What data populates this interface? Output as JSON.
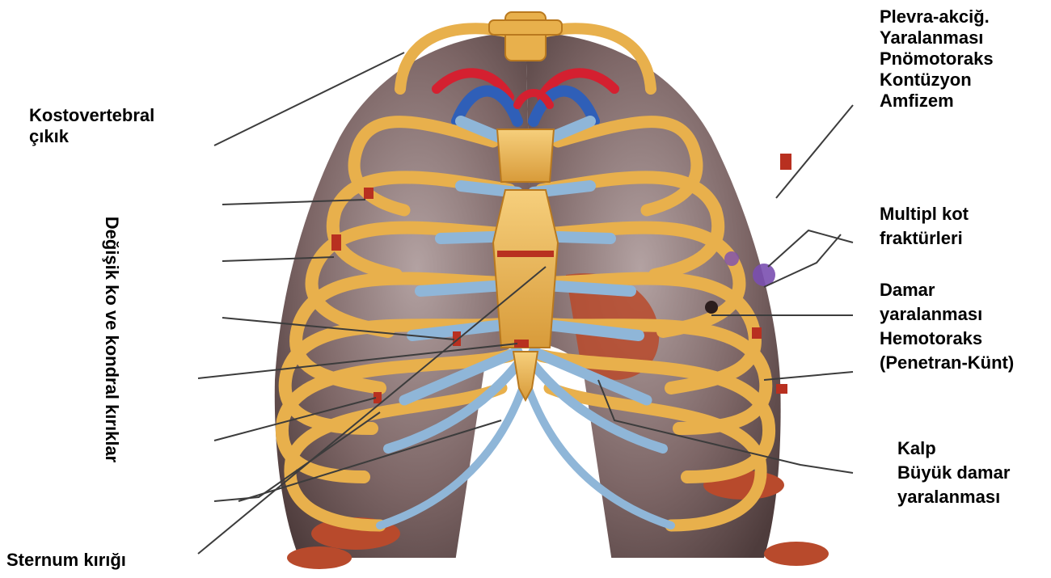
{
  "labels": {
    "costovertebral": [
      "Kostovertebral",
      "çıkık"
    ],
    "rib_fractures_vertical": "Değişik ko ve kondral kırıklar",
    "sternum": "Sternum kırığı",
    "pleura": [
      "Plevra-akciğ.",
      "Yaralanması",
      "Pnömotoraks",
      "Kontüzyon",
      "Amfizem"
    ],
    "multiple_rib": [
      "Multipl kot",
      "fraktürleri"
    ],
    "vascular": [
      "Damar",
      "yaralanması",
      "Hemotoraks",
      "(Penetran-Künt)"
    ],
    "heart": [
      "Kalp",
      "Büyük damar",
      "yaralanması"
    ]
  },
  "colors": {
    "bone": "#e8b04c",
    "bone_dark": "#b9791f",
    "cartilage": "#8fb6d8",
    "lung": "#8a7474",
    "artery": "#d42030",
    "vein": "#2f5fb8",
    "muscle": "#b84a2c",
    "bruise": "#7a4fb0",
    "line": "#3c3c3c"
  }
}
